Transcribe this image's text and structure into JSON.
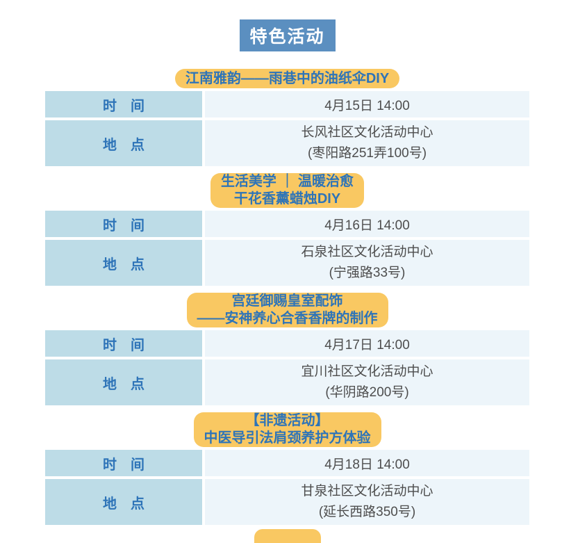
{
  "header": {
    "title": "特色活动"
  },
  "labels": {
    "time": "时　间",
    "location": "地　点"
  },
  "activities": [
    {
      "title_lines": [
        "江南雅韵——雨巷中的油纸伞DIY"
      ],
      "time": "4月15日 14:00",
      "location_lines": [
        "长风社区文化活动中心",
        "(枣阳路251弄100号)"
      ]
    },
    {
      "title_lines": [
        "生活美学 ｜ 温暖治愈",
        "干花香薰蜡烛DIY"
      ],
      "time": "4月16日 14:00",
      "location_lines": [
        "石泉社区文化活动中心",
        "(宁强路33号)"
      ]
    },
    {
      "title_lines": [
        "宫廷御赐皇室配饰",
        "——安神养心合香香牌的制作"
      ],
      "time": "4月17日 14:00",
      "location_lines": [
        "宜川社区文化活动中心",
        "(华阴路200号)"
      ]
    },
    {
      "title_lines": [
        "【非遗活动】",
        "中医导引法肩颈养护方体验"
      ],
      "time": "4月18日 14:00",
      "location_lines": [
        "甘泉社区文化活动中心",
        "(延长西路350号)"
      ]
    }
  ],
  "colors": {
    "header_bg": "#5b8fc0",
    "header_text": "#ffffff",
    "badge_bg": "#f9c862",
    "accent_blue": "#2e74b8",
    "label_cell_bg": "#bddce7",
    "value_cell_bg": "#edf5fa",
    "value_text": "#4d4d4d"
  }
}
